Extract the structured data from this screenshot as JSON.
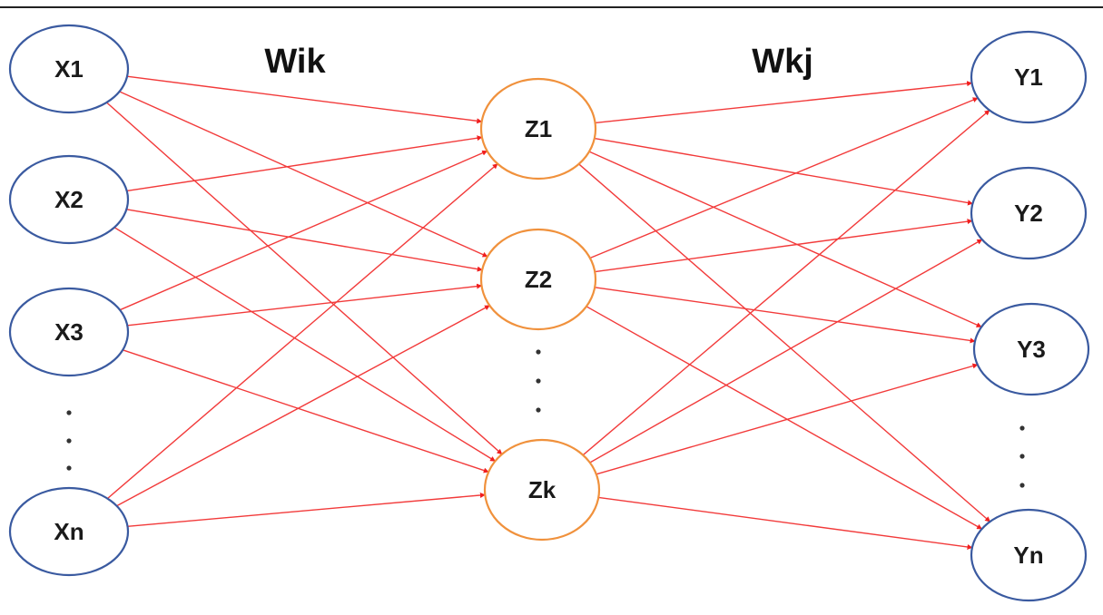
{
  "weights": {
    "input_hidden": "Wik",
    "hidden_output": "Wkj"
  },
  "layers": {
    "input": {
      "nodes": [
        "X1",
        "X2",
        "X3",
        "Xn"
      ],
      "ellipsis_after": 2
    },
    "hidden": {
      "nodes": [
        "Z1",
        "Z2",
        "Zk"
      ],
      "ellipsis_after": 1
    },
    "output": {
      "nodes": [
        "Y1",
        "Y2",
        "Y3",
        "Yn"
      ],
      "ellipsis_after": 2
    }
  },
  "colors": {
    "input_stroke": "#3a5aa0",
    "hidden_stroke": "#f0913c",
    "output_stroke": "#3a5aa0",
    "connection": "#f23a3a",
    "arrowhead": "#f01e1e",
    "top_rule": "#222222"
  }
}
